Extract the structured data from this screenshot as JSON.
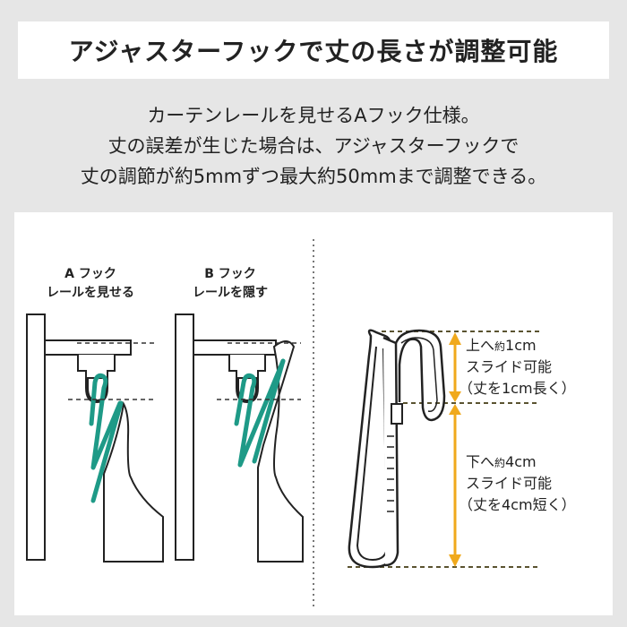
{
  "title": "アジャスターフックで丈の長さが調整可能",
  "description": [
    "カーテンレールを見せるAフック仕様。",
    "丈の誤差が生じた場合は、アジャスターフックで",
    "丈の調節が約5mmずつ最大約50mmまで調整できる。"
  ],
  "hook_a": {
    "line1": "A フック",
    "line2": "レールを見せる"
  },
  "hook_b": {
    "line1": "B フック",
    "line2": "レールを隠す"
  },
  "slide_up": {
    "line1_prefix": "上へ",
    "line1_small": "約",
    "line1_value": "1cm",
    "line2": "スライド可能",
    "line3": "（丈を1cm長く）"
  },
  "slide_down": {
    "line1_prefix": "下へ",
    "line1_small": "約",
    "line1_value": "4cm",
    "line2": "スライド可能",
    "line3": "（丈を4cm短く）"
  },
  "colors": {
    "hook": "#1e9a87",
    "accent": "#f0a91c",
    "dashed": "#333333",
    "guide": "#5a5330"
  }
}
